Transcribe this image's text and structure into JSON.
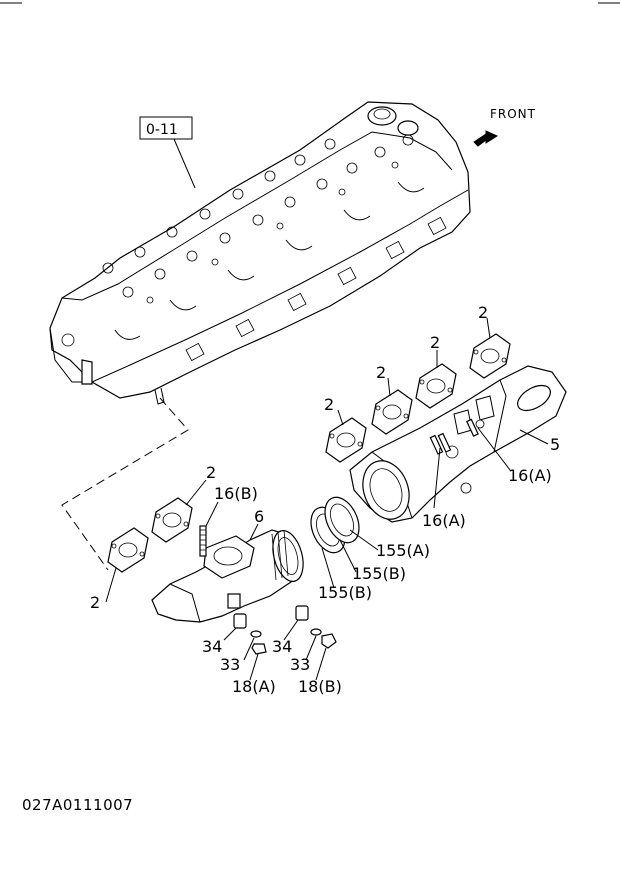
{
  "reference_box": "0-11",
  "direction": {
    "label": "FRONT"
  },
  "callouts": {
    "gasket_1": "2",
    "gasket_2": "2",
    "gasket_3": "2",
    "gasket_4": "2",
    "gasket_5": "2",
    "gasket_6": "2",
    "manifold_rear": "5",
    "manifold_front": "6",
    "stud_a_upper": "16(A)",
    "stud_a_lower": "16(A)",
    "stud_b": "16(B)",
    "ring_a": "155(A)",
    "ring_b_1": "155(B)",
    "ring_b_2": "155(B)",
    "spacer_1": "34",
    "spacer_2": "34",
    "washer_1": "33",
    "washer_2": "33",
    "nut_a": "18(A)",
    "nut_b": "18(B)"
  },
  "diagram_code": "027A0111007"
}
